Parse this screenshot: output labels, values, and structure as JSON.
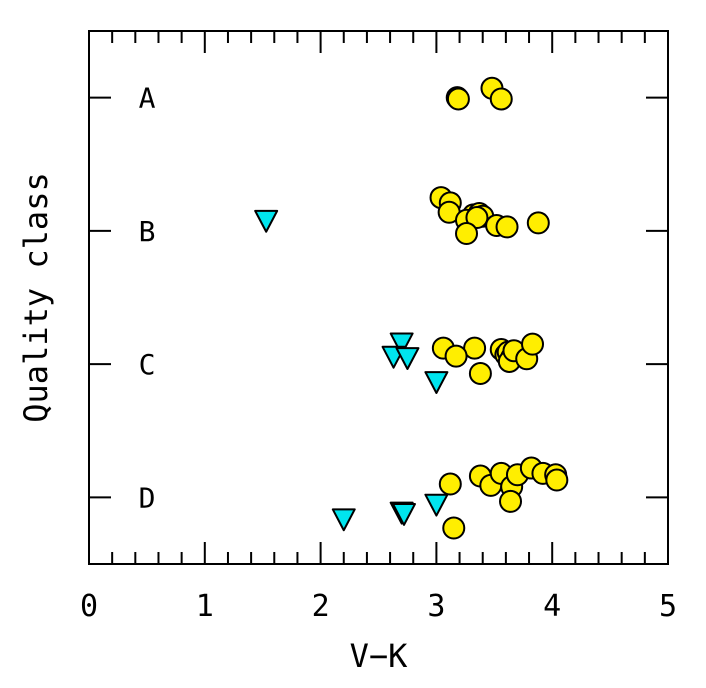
{
  "chart_data": {
    "type": "scatter",
    "title": "",
    "xlabel": "V−K",
    "ylabel": "Quality class",
    "xlim": [
      0,
      5
    ],
    "ylim": [
      0,
      4
    ],
    "x_ticks": [
      "0",
      "1",
      "2",
      "3",
      "4",
      "5"
    ],
    "y_categories": [
      "A",
      "B",
      "C",
      "D"
    ],
    "grid": false,
    "legend": "none",
    "colors": {
      "circle": "#ffee00",
      "triangle": "#00e5ee",
      "stroke": "#000000"
    },
    "series": [
      {
        "marker": "circle",
        "points": [
          {
            "x": 3.18,
            "y": 3.5
          },
          {
            "x": 3.19,
            "y": 3.49
          },
          {
            "x": 3.48,
            "y": 3.57
          },
          {
            "x": 3.56,
            "y": 3.49
          },
          {
            "x": 3.04,
            "y": 2.75
          },
          {
            "x": 3.12,
            "y": 2.71
          },
          {
            "x": 3.11,
            "y": 2.64
          },
          {
            "x": 3.32,
            "y": 2.62
          },
          {
            "x": 3.37,
            "y": 2.63
          },
          {
            "x": 3.26,
            "y": 2.58
          },
          {
            "x": 3.4,
            "y": 2.61
          },
          {
            "x": 3.35,
            "y": 2.6
          },
          {
            "x": 3.52,
            "y": 2.54
          },
          {
            "x": 3.61,
            "y": 2.53
          },
          {
            "x": 3.88,
            "y": 2.56
          },
          {
            "x": 3.26,
            "y": 2.48
          },
          {
            "x": 3.06,
            "y": 1.62
          },
          {
            "x": 3.33,
            "y": 1.62
          },
          {
            "x": 3.17,
            "y": 1.56
          },
          {
            "x": 3.38,
            "y": 1.43
          },
          {
            "x": 3.56,
            "y": 1.61
          },
          {
            "x": 3.6,
            "y": 1.57
          },
          {
            "x": 3.62,
            "y": 1.59
          },
          {
            "x": 3.65,
            "y": 1.55
          },
          {
            "x": 3.63,
            "y": 1.52
          },
          {
            "x": 3.67,
            "y": 1.6
          },
          {
            "x": 3.78,
            "y": 1.54
          },
          {
            "x": 3.83,
            "y": 1.65
          },
          {
            "x": 3.12,
            "y": 0.6
          },
          {
            "x": 3.38,
            "y": 0.66
          },
          {
            "x": 3.47,
            "y": 0.59
          },
          {
            "x": 3.56,
            "y": 0.68
          },
          {
            "x": 3.65,
            "y": 0.58
          },
          {
            "x": 3.7,
            "y": 0.67
          },
          {
            "x": 3.82,
            "y": 0.72
          },
          {
            "x": 3.92,
            "y": 0.68
          },
          {
            "x": 4.03,
            "y": 0.67
          },
          {
            "x": 4.04,
            "y": 0.63
          },
          {
            "x": 3.64,
            "y": 0.47
          },
          {
            "x": 3.15,
            "y": 0.27
          }
        ]
      },
      {
        "marker": "triangle-down",
        "points": [
          {
            "x": 1.53,
            "y": 2.58
          },
          {
            "x": 2.7,
            "y": 1.66
          },
          {
            "x": 2.63,
            "y": 1.56
          },
          {
            "x": 2.75,
            "y": 1.55
          },
          {
            "x": 3.0,
            "y": 1.37
          },
          {
            "x": 3.0,
            "y": 0.45
          },
          {
            "x": 2.7,
            "y": 0.39
          },
          {
            "x": 2.72,
            "y": 0.38
          },
          {
            "x": 2.2,
            "y": 0.34
          }
        ]
      }
    ]
  }
}
